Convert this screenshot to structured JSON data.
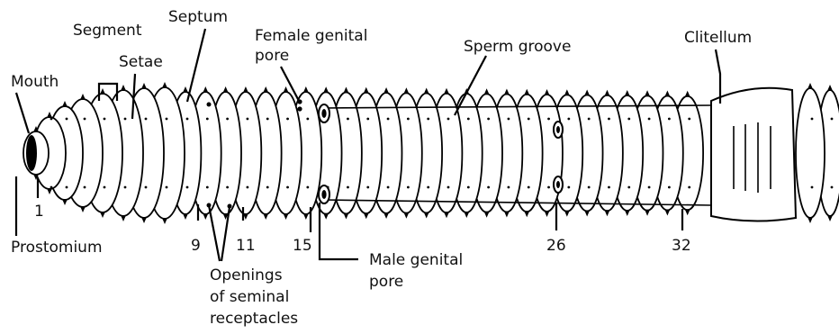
{
  "labels": {
    "segment": "Segment",
    "septum": "Septum",
    "female_pore_line1": "Female genital",
    "female_pore_line2": "pore",
    "sperm_groove": "Sperm groove",
    "clitellum": "Clitellum",
    "mouth": "Mouth",
    "setae": "Setae",
    "prostomium": "Prostomium",
    "male_pore_line1": "Male genital",
    "male_pore_line2": "pore",
    "openings_line1": "Openings",
    "openings_line2": "of seminal",
    "openings_line3": "receptacles"
  },
  "segment_numbers": {
    "n1": "1",
    "n9": "9",
    "n11": "11",
    "n15": "15",
    "n26": "26",
    "n32": "32"
  },
  "colors": {
    "outline": "#000000",
    "body_fill": "#ffffff",
    "text": "#111111"
  }
}
